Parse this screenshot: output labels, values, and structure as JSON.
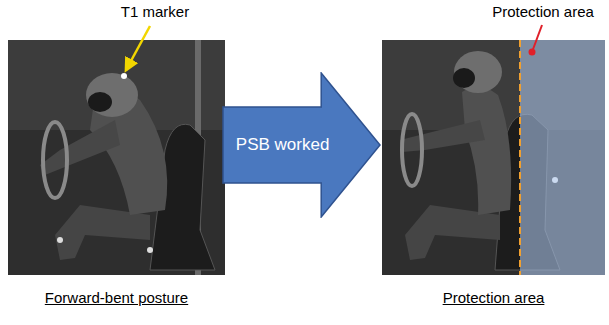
{
  "diagram": {
    "nodes": [
      {
        "text": [
          "Forward-bent posture"
        ]
      },
      {
        "text": [
          "PSB worked"
        ]
      },
      {
        "text": [
          "Protection area"
        ]
      }
    ],
    "labels": [
      "T1 marker",
      "Protection area"
    ]
  }
}
